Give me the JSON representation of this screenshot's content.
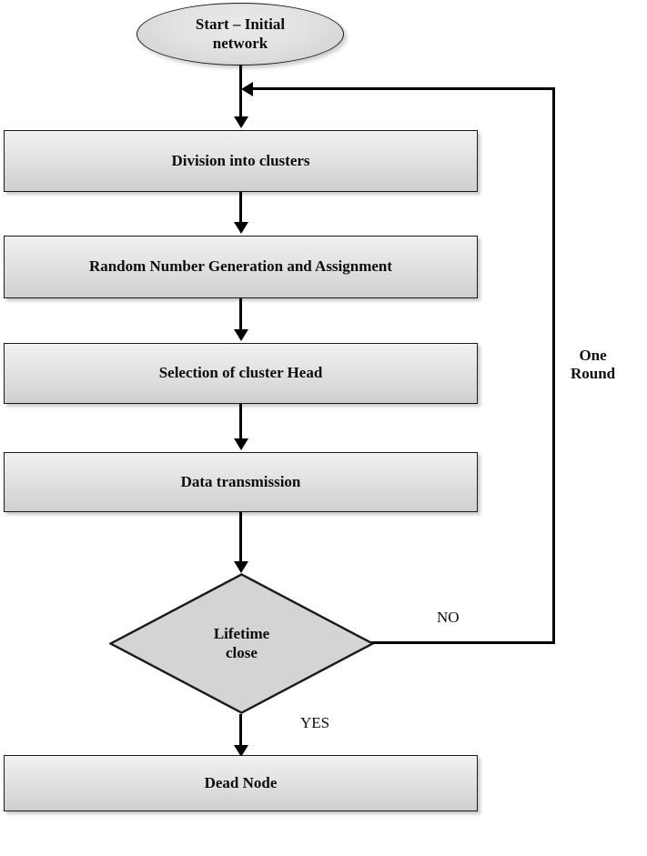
{
  "diagram": {
    "title": "Clustering protocol round flowchart",
    "nodes": {
      "start": {
        "label": "Start – Initial\nnetwork",
        "shape": "ellipse"
      },
      "division": {
        "label": "Division into clusters",
        "shape": "process"
      },
      "random": {
        "label": "Random Number Generation and Assignment",
        "shape": "process"
      },
      "selection": {
        "label": "Selection of cluster Head",
        "shape": "process"
      },
      "transmission": {
        "label": "Data transmission",
        "shape": "process"
      },
      "decision": {
        "label": "Lifetime\nclose",
        "shape": "diamond"
      },
      "dead": {
        "label": "Dead Node",
        "shape": "process"
      }
    },
    "edge_labels": {
      "no": "NO",
      "yes": "YES",
      "one_round": "One\nRound"
    },
    "colors": {
      "stroke": "#1a1a1a",
      "connector": "#000000",
      "box_fill_top": "#f1f1f1",
      "box_fill_bottom": "#cfcfcf",
      "diamond_fill": "#d4d4d4",
      "text": "#0d0d0d",
      "background": "#ffffff"
    }
  }
}
